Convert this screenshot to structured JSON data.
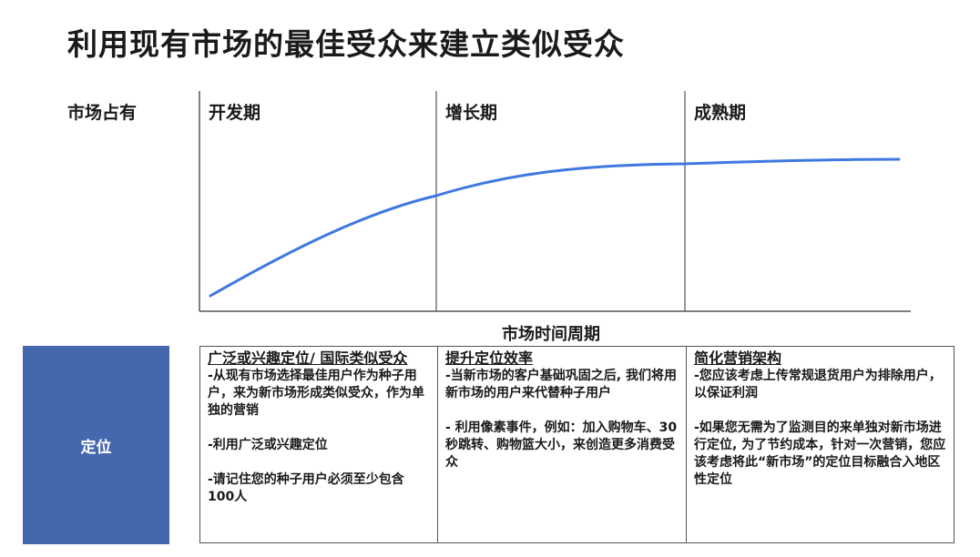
{
  "page": {
    "title": "利用现有市场的最佳受众来建立类似受众"
  },
  "chart": {
    "y_axis_label": "市场占有",
    "x_axis_label": "市场时间周期",
    "phases": [
      {
        "label": "开发期"
      },
      {
        "label": "增长期"
      },
      {
        "label": "成熟期"
      }
    ],
    "curve_color": "#3f78e0",
    "axis_color": "#555555"
  },
  "chart_data": {
    "type": "line",
    "title": "利用现有市场的最佳受众来建立类似受众",
    "xlabel": "市场时间周期",
    "ylabel": "市场占有",
    "regions": [
      "开发期",
      "增长期",
      "成熟期"
    ],
    "series": [
      {
        "name": "市场占有",
        "x": [
          0.0,
          0.25,
          0.5,
          0.75,
          1.0,
          1.25,
          1.5,
          1.75,
          2.0,
          2.25,
          2.5,
          2.86
        ],
        "values": [
          0.07,
          0.24,
          0.39,
          0.52,
          0.62,
          0.69,
          0.73,
          0.75,
          0.77,
          0.77,
          0.78,
          0.78
        ]
      }
    ],
    "xlim": [
      0,
      3
    ],
    "ylim": [
      0,
      1
    ],
    "grid": false,
    "legend": "none",
    "notes": "Qualitative S-shaped growth curve; x-units are phase widths (each phase = 1), y normalized to chart height."
  },
  "targeting": {
    "row_label": "定位",
    "row_color": "#4467ad",
    "columns": [
      {
        "title": "广泛或兴趣定位/ 国际类似受众",
        "items": [
          "-从现有市场选择最佳用户作为种子用户，来为新市场形成类似受众，作为单独的营销",
          "-利用广泛或兴趣定位",
          "-请记住您的种子用户必须至少包含100人"
        ]
      },
      {
        "title": "提升定位效率",
        "items": [
          "-当新市场的客户基础巩固之后, 我们将用新市场的用户来代替种子用户",
          "- 利用像素事件，例如：加入购物车、30秒跳转、购物篮大小，来创造更多消费受众"
        ]
      },
      {
        "title": "简化营销架构",
        "items": [
          "-您应该考虑上传常规退货用户为排除用户，以保证利润",
          "-如果您无需为了监测目的来单独对新市场进行定位, 为了节约成本，针对一次营销，您应该考虑将此“新市场”的定位目标融合入地区性定位"
        ]
      }
    ]
  }
}
